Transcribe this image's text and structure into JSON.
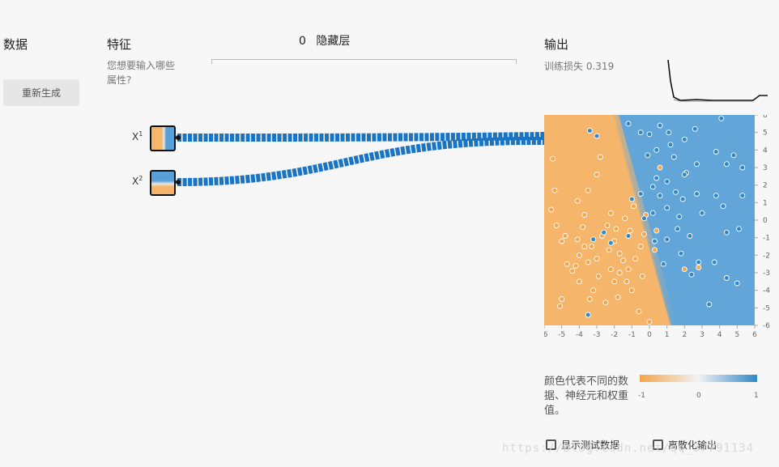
{
  "sections": {
    "data_title": "数据",
    "features_title": "特征",
    "features_subtitle_line1": "您想要输入哪些",
    "features_subtitle_line2": "属性?",
    "hidden_count": "0",
    "hidden_label": "隐藏层",
    "output_title": "输出",
    "training_loss_label": "训练损失",
    "training_loss_value": "0.319"
  },
  "buttons": {
    "regenerate": "重新生成"
  },
  "features": [
    {
      "name": "X",
      "sub": "1"
    },
    {
      "name": "X",
      "sub": "2"
    }
  ],
  "axis": {
    "x_ticks": [
      "-6",
      "-5",
      "-4",
      "-3",
      "-2",
      "-1",
      "0",
      "1",
      "2",
      "3",
      "4",
      "5",
      "6"
    ],
    "y_ticks": [
      "6",
      "5",
      "4",
      "3",
      "2",
      "1",
      "0",
      "-1",
      "-2",
      "-3",
      "-4",
      "-5",
      "-6"
    ]
  },
  "legend": {
    "text_line1": "颜色代表不同的数",
    "text_line2": "据、神经元和权重",
    "text_line3": "值。",
    "min": "-1",
    "mid": "0",
    "max": "1"
  },
  "options": {
    "show_test_data": "显示测试数据",
    "discretize_output": "离散化输出"
  },
  "watermark": "https://blog.csdn.net/qq_37791134",
  "colors": {
    "orange": "#f5a54a",
    "blue": "#2f88c8",
    "line_blue": "#1a74c4"
  },
  "chart_data": {
    "type": "scatter",
    "title": "",
    "xlim": [
      -6,
      6
    ],
    "ylim": [
      -6,
      6
    ],
    "decision_boundary": "linear, orange left / blue right",
    "series": [
      {
        "name": "",
        "color": "#f5a54a",
        "points": [
          [
            -5.5,
            3.5
          ],
          [
            -5.4,
            1.7
          ],
          [
            -5.6,
            0.6
          ],
          [
            -5.3,
            -0.3
          ],
          [
            -5.0,
            -1.2
          ],
          [
            -4.7,
            -2.5
          ],
          [
            -4.4,
            -2.9
          ],
          [
            -4.2,
            -2.6
          ],
          [
            -4.0,
            -2.0
          ],
          [
            -4.1,
            -1.1
          ],
          [
            -3.8,
            -0.4
          ],
          [
            -3.7,
            0.3
          ],
          [
            -4.1,
            1.1
          ],
          [
            -3.5,
            1.7
          ],
          [
            -3.0,
            2.6
          ],
          [
            -2.8,
            3.6
          ],
          [
            -3.3,
            -1.5
          ],
          [
            -3.0,
            -2.2
          ],
          [
            -2.9,
            -3.2
          ],
          [
            -3.2,
            -4.0
          ],
          [
            -3.4,
            -4.5
          ],
          [
            -2.7,
            -0.9
          ],
          [
            -2.4,
            -0.3
          ],
          [
            -2.2,
            0.4
          ],
          [
            -2.0,
            -1.2
          ],
          [
            -1.7,
            -1.9
          ],
          [
            -1.5,
            -2.3
          ],
          [
            -1.7,
            -3.0
          ],
          [
            -1.3,
            -3.5
          ],
          [
            -1.0,
            -4.0
          ],
          [
            -0.8,
            -2.2
          ],
          [
            -0.5,
            -1.5
          ],
          [
            -0.3,
            -0.8
          ],
          [
            -1.1,
            -0.6
          ],
          [
            -1.4,
            0.1
          ],
          [
            -0.9,
            0.8
          ],
          [
            -2.2,
            -2.8
          ],
          [
            -2.5,
            -4.7
          ],
          [
            -5.0,
            -4.5
          ],
          [
            -5.1,
            -4.9
          ],
          [
            -3.5,
            -2.4
          ],
          [
            -4.0,
            -3.5
          ],
          [
            -1.8,
            -4.4
          ],
          [
            -0.6,
            -5.2
          ],
          [
            -2.3,
            -1.7
          ],
          [
            -3.7,
            -1.5
          ],
          [
            -4.8,
            -0.9
          ],
          [
            -1.2,
            -2.8
          ],
          [
            -0.4,
            -3.2
          ],
          [
            0.0,
            -5.8
          ],
          [
            2.0,
            -2.8
          ],
          [
            2.8,
            -2.7
          ],
          [
            0.3,
            -1.7
          ],
          [
            0.6,
            3.0
          ],
          [
            -0.2,
            0.3
          ],
          [
            0.4,
            -0.6
          ],
          [
            -2.0,
            -3.5
          ],
          [
            -1.9,
            -0.5
          ]
        ]
      },
      {
        "name": "",
        "color": "#2f88c8",
        "points": [
          [
            -3.4,
            5.1
          ],
          [
            -3.0,
            4.8
          ],
          [
            -1.2,
            5.5
          ],
          [
            -0.5,
            5.0
          ],
          [
            0.0,
            4.9
          ],
          [
            0.6,
            5.4
          ],
          [
            1.1,
            5.0
          ],
          [
            2.6,
            5.2
          ],
          [
            4.1,
            5.8
          ],
          [
            2.0,
            4.6
          ],
          [
            1.2,
            4.3
          ],
          [
            0.4,
            4.0
          ],
          [
            -0.1,
            3.7
          ],
          [
            1.4,
            3.6
          ],
          [
            2.7,
            3.2
          ],
          [
            3.8,
            3.9
          ],
          [
            4.4,
            3.2
          ],
          [
            5.3,
            3.0
          ],
          [
            4.8,
            3.7
          ],
          [
            2.1,
            2.7
          ],
          [
            1.0,
            2.2
          ],
          [
            0.2,
            1.9
          ],
          [
            -0.5,
            1.5
          ],
          [
            -1.0,
            1.2
          ],
          [
            1.5,
            1.6
          ],
          [
            2.7,
            1.5
          ],
          [
            3.8,
            1.4
          ],
          [
            5.3,
            1.4
          ],
          [
            1.9,
            1.2
          ],
          [
            1.0,
            0.7
          ],
          [
            0.2,
            0.4
          ],
          [
            -0.3,
            0.1
          ],
          [
            1.7,
            0.2
          ],
          [
            3.0,
            0.4
          ],
          [
            4.4,
            -0.7
          ],
          [
            5.1,
            -0.5
          ],
          [
            2.3,
            -0.9
          ],
          [
            1.0,
            -1.1
          ],
          [
            0.3,
            -1.2
          ],
          [
            1.8,
            -1.9
          ],
          [
            2.8,
            -2.4
          ],
          [
            3.7,
            -2.4
          ],
          [
            0.8,
            -2.5
          ],
          [
            2.4,
            -3.1
          ],
          [
            4.4,
            -3.3
          ],
          [
            5.0,
            -3.6
          ],
          [
            3.4,
            -4.8
          ],
          [
            -3.2,
            -1.1
          ],
          [
            -2.2,
            -1.3
          ],
          [
            -1.2,
            -0.9
          ],
          [
            -3.5,
            -5.4
          ],
          [
            -2.6,
            -0.7
          ],
          [
            0.4,
            2.4
          ],
          [
            2.0,
            2.6
          ],
          [
            4.2,
            0.8
          ],
          [
            0.6,
            1.4
          ],
          [
            1.6,
            -0.5
          ]
        ]
      }
    ]
  }
}
